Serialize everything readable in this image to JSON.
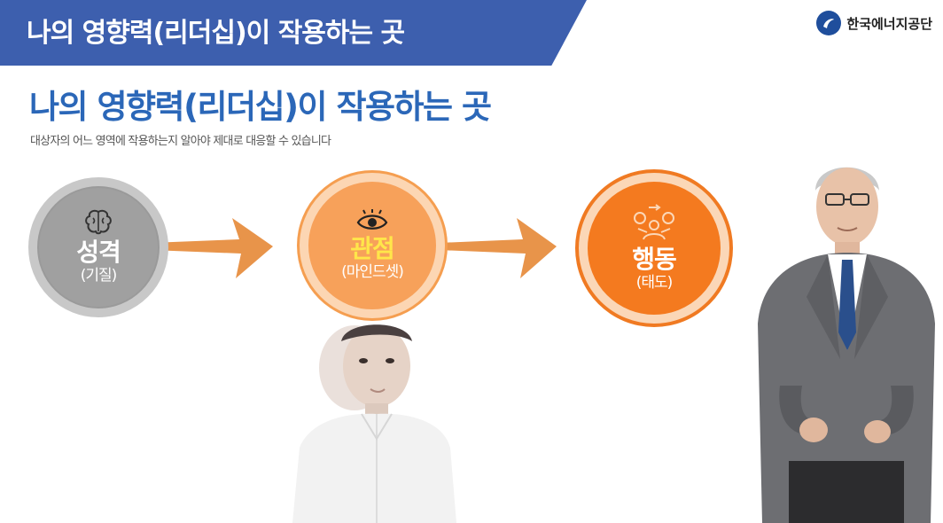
{
  "header": {
    "title": "나의 영향력(리더십)이 작용하는 곳",
    "color": "#3d5fae"
  },
  "logo": {
    "text": "한국에너지공단",
    "icon": "energy-agency-logo-icon"
  },
  "main": {
    "title": "나의 영향력(리더십)이 작용하는 곳",
    "subtitle": "대상자의 어느 영역에 작용하는지 알아야 제대로 대응할 수 있습니다"
  },
  "steps": [
    {
      "label": "성격",
      "sublabel": "(기질)",
      "icon": "brain-icon",
      "color": "#a0a0a0"
    },
    {
      "label": "관점",
      "sublabel": "(마인드셋)",
      "icon": "eye-icon",
      "color": "#f7a15a"
    },
    {
      "label": "행동",
      "sublabel": "(태도)",
      "icon": "person-gears-icon",
      "color": "#f47a1f"
    }
  ],
  "accent_arrow_color": "#e8944a"
}
